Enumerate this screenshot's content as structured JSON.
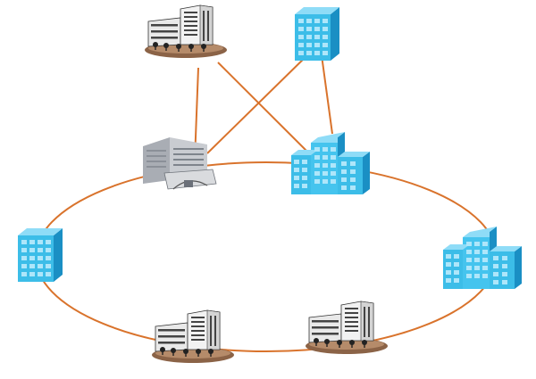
{
  "diagram": {
    "type": "network-topology",
    "link_color": "#d9732c",
    "nodes": [
      {
        "id": "campus-top",
        "icon": "campus-building-icon"
      },
      {
        "id": "tower-top-right",
        "icon": "blue-tower-building-icon"
      },
      {
        "id": "hq-center",
        "icon": "office-headquarters-icon"
      },
      {
        "id": "cluster-center-right",
        "icon": "blue-building-cluster-icon"
      },
      {
        "id": "tower-left",
        "icon": "blue-tower-building-icon"
      },
      {
        "id": "cluster-right",
        "icon": "blue-building-cluster-icon"
      },
      {
        "id": "campus-bottom-left",
        "icon": "campus-building-icon"
      },
      {
        "id": "campus-bottom-right",
        "icon": "campus-building-icon"
      }
    ],
    "links": [
      {
        "from": "campus-top",
        "to": "hq-center"
      },
      {
        "from": "campus-top",
        "to": "cluster-center-right"
      },
      {
        "from": "tower-top-right",
        "to": "hq-center"
      },
      {
        "from": "tower-top-right",
        "to": "cluster-center-right"
      },
      {
        "ring": [
          "hq-center",
          "cluster-center-right",
          "cluster-right",
          "campus-bottom-right",
          "campus-bottom-left",
          "tower-left"
        ]
      }
    ]
  }
}
